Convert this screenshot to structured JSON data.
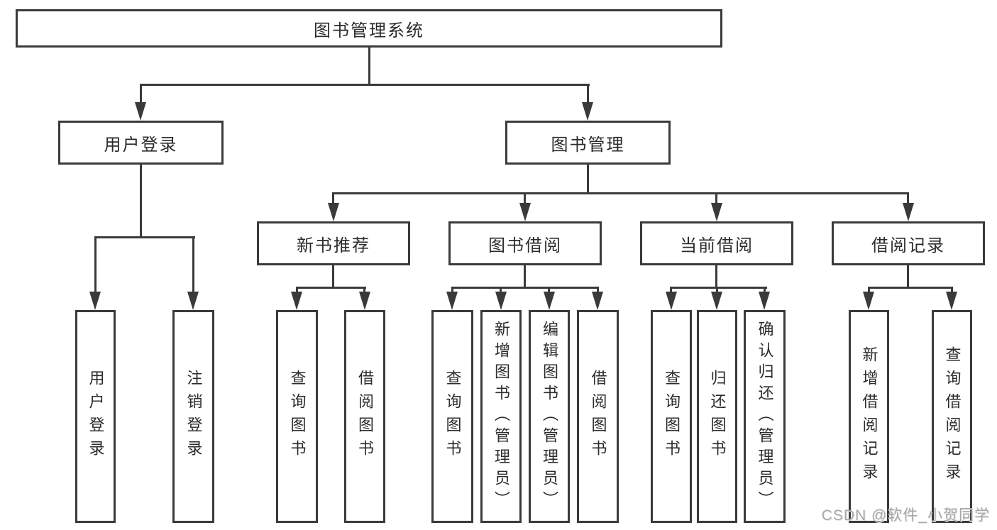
{
  "tree": {
    "root": {
      "label": "图书管理系统",
      "children": [
        {
          "label": "用户登录",
          "children": [
            {
              "label": "用户登录"
            },
            {
              "label": "注销登录"
            }
          ]
        },
        {
          "label": "图书管理",
          "children": [
            {
              "label": "新书推荐",
              "children": [
                {
                  "label": "查询图书"
                },
                {
                  "label": "借阅图书"
                }
              ]
            },
            {
              "label": "图书借阅",
              "children": [
                {
                  "label": "查询图书"
                },
                {
                  "label": "新增图书（管理员）"
                },
                {
                  "label": "编辑图书（管理员）"
                },
                {
                  "label": "借阅图书"
                }
              ]
            },
            {
              "label": "当前借阅",
              "children": [
                {
                  "label": "查询图书"
                },
                {
                  "label": "归还图书"
                },
                {
                  "label": "确认归还（管理员）"
                }
              ]
            },
            {
              "label": "借阅记录",
              "children": [
                {
                  "label": "新增借阅记录"
                },
                {
                  "label": "查询借阅记录"
                }
              ]
            }
          ]
        }
      ]
    }
  },
  "watermark": {
    "text": "CSDN @软件_小贺同学"
  },
  "colors": {
    "line": "#3a3a3a",
    "text": "#2b2b2b",
    "watermark": "#a8a8a8",
    "background": "#ffffff"
  }
}
